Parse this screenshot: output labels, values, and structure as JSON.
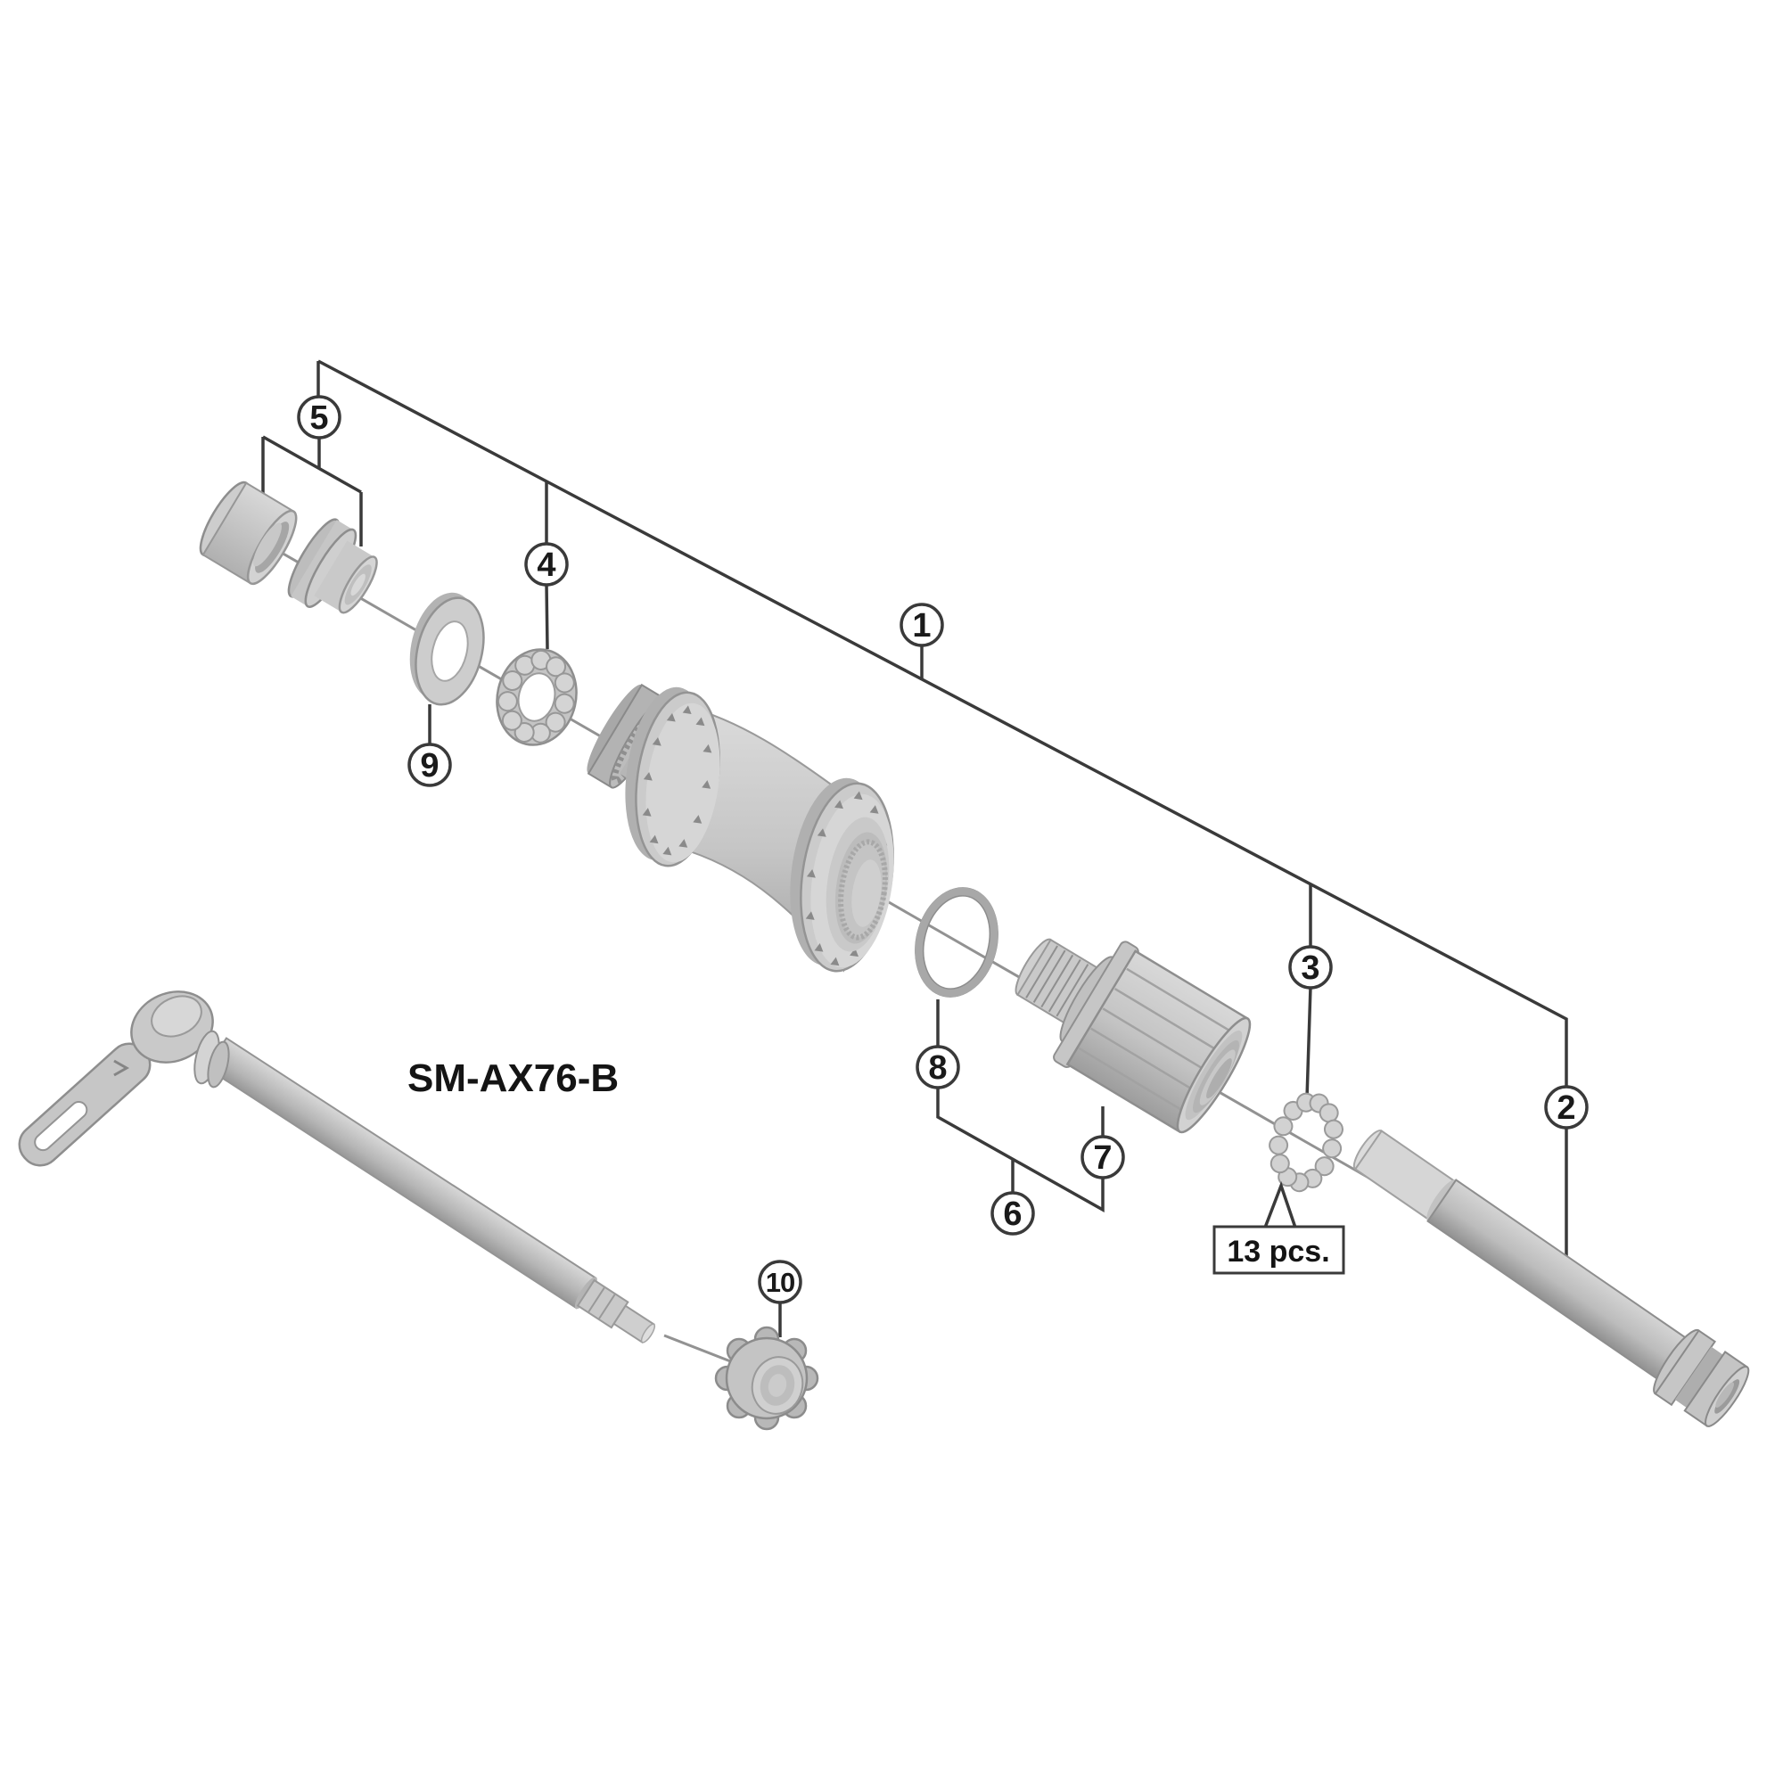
{
  "figure": {
    "model_label": "SM-AX76-B",
    "quantity_note": "13 pcs.",
    "callouts": [
      {
        "number": "1"
      },
      {
        "number": "2"
      },
      {
        "number": "3"
      },
      {
        "number": "4"
      },
      {
        "number": "5"
      },
      {
        "number": "6"
      },
      {
        "number": "7"
      },
      {
        "number": "8"
      },
      {
        "number": "9"
      },
      {
        "number": "10"
      }
    ],
    "part_icons": [
      "hub-shell-icon",
      "thru-axle-icon",
      "ball-bearing-ring-icon",
      "bearing-retainer-icon",
      "end-cap-and-cone-icon",
      "freehub-bracket-icon",
      "freehub-body-icon",
      "o-ring-icon",
      "washer-icon",
      "axle-end-nut-icon",
      "quick-release-lever-icon"
    ],
    "colors": {
      "background": "#ffffff",
      "leader_line": "#3a3a3a",
      "center_line": "#929292",
      "part_fill": "#c6c6c6",
      "part_shadow": "#a6a6a6",
      "part_highlight": "#d8d8d8",
      "part_stroke": "#8e8e8e",
      "text": "#1a1a1a"
    }
  }
}
